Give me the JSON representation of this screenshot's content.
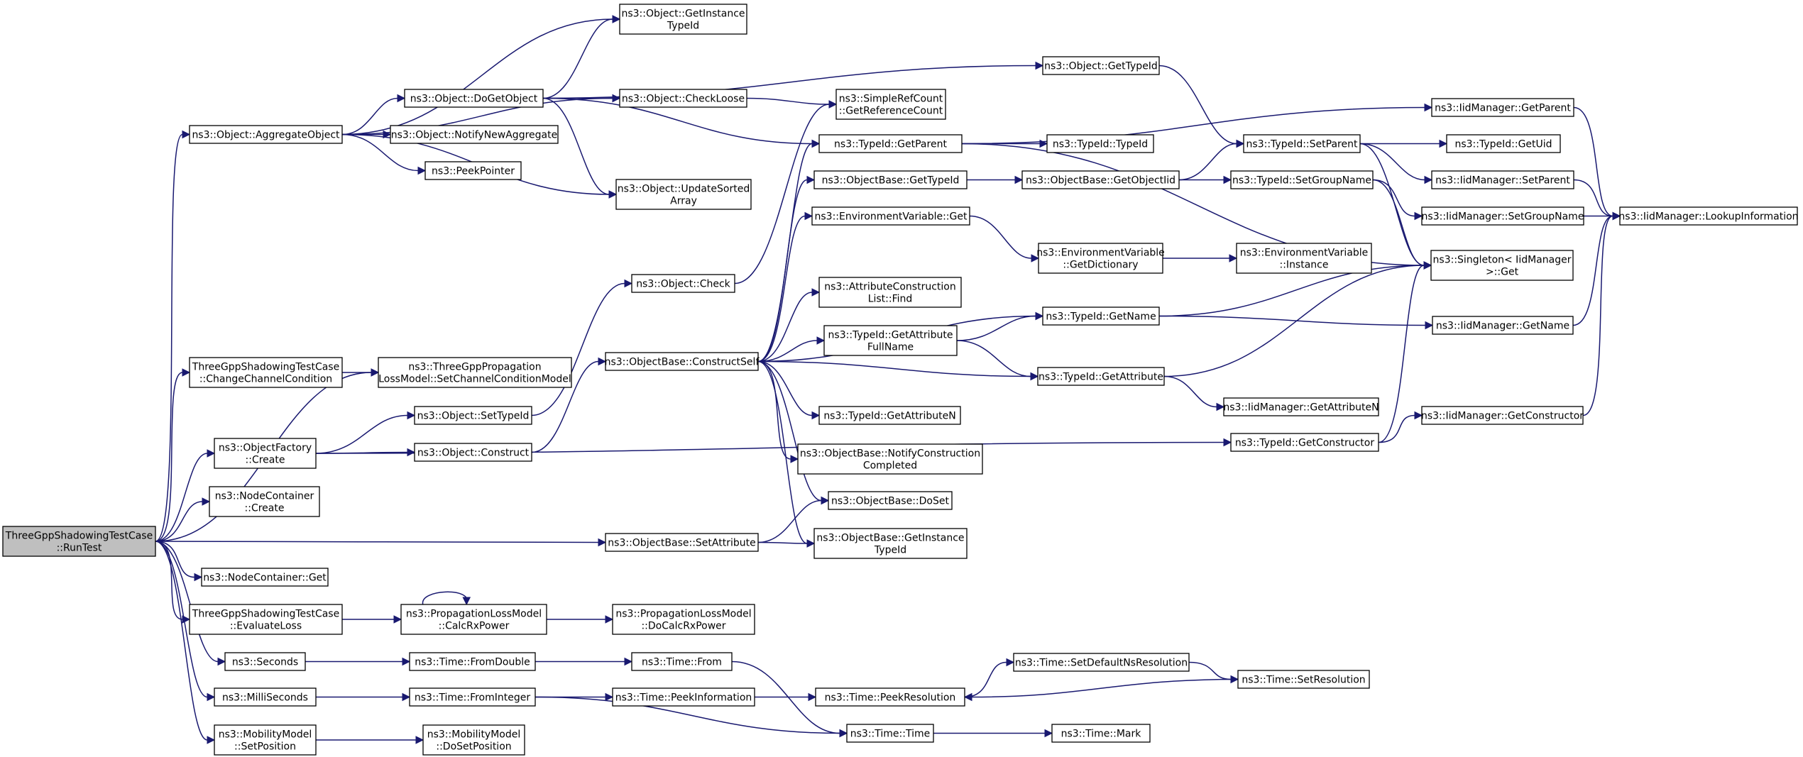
{
  "diagram": {
    "nodes": [
      {
        "id": "runtest",
        "lines": [
          "ThreeGppShadowingTestCase",
          "::RunTest"
        ],
        "root": true
      },
      {
        "id": "aggregate",
        "lines": [
          "ns3::Object::AggregateObject"
        ]
      },
      {
        "id": "changechan",
        "lines": [
          "ThreeGppShadowingTestCase",
          "::ChangeChannelCondition"
        ]
      },
      {
        "id": "setchanmodel",
        "lines": [
          "ns3::ThreeGppPropagation",
          "LossModel::SetChannelConditionModel"
        ]
      },
      {
        "id": "factorycreate",
        "lines": [
          "ns3::ObjectFactory",
          "::Create"
        ]
      },
      {
        "id": "nodecontcreate",
        "lines": [
          "ns3::NodeContainer",
          "::Create"
        ]
      },
      {
        "id": "setattribute",
        "lines": [
          "ns3::ObjectBase::SetAttribute"
        ]
      },
      {
        "id": "nodecontget",
        "lines": [
          "ns3::NodeContainer::Get"
        ]
      },
      {
        "id": "evalloss",
        "lines": [
          "ThreeGppShadowingTestCase",
          "::EvaluateLoss"
        ]
      },
      {
        "id": "seconds",
        "lines": [
          "ns3::Seconds"
        ]
      },
      {
        "id": "milliseconds",
        "lines": [
          "ns3::MilliSeconds"
        ]
      },
      {
        "id": "mobsetpos",
        "lines": [
          "ns3::MobilityModel",
          "::SetPosition"
        ]
      },
      {
        "id": "dogetobject",
        "lines": [
          "ns3::Object::DoGetObject"
        ]
      },
      {
        "id": "notifynewagg",
        "lines": [
          "ns3::Object::NotifyNewAggregate"
        ]
      },
      {
        "id": "peekpointer",
        "lines": [
          "ns3::PeekPointer"
        ]
      },
      {
        "id": "getinsttid",
        "lines": [
          "ns3::Object::GetInstance",
          "TypeId"
        ]
      },
      {
        "id": "checkloose",
        "lines": [
          "ns3::Object::CheckLoose"
        ]
      },
      {
        "id": "updatesorted",
        "lines": [
          "ns3::Object::UpdateSorted",
          "Array"
        ]
      },
      {
        "id": "settypeid",
        "lines": [
          "ns3::Object::SetTypeId"
        ]
      },
      {
        "id": "objconstruct",
        "lines": [
          "ns3::Object::Construct"
        ]
      },
      {
        "id": "objcheck",
        "lines": [
          "ns3::Object::Check"
        ]
      },
      {
        "id": "calcrx",
        "lines": [
          "ns3::PropagationLossModel",
          "::CalcRxPower"
        ]
      },
      {
        "id": "docalcrx",
        "lines": [
          "ns3::PropagationLossModel",
          "::DoCalcRxPower"
        ]
      },
      {
        "id": "fromdouble",
        "lines": [
          "ns3::Time::FromDouble"
        ]
      },
      {
        "id": "frominteger",
        "lines": [
          "ns3::Time::FromInteger"
        ]
      },
      {
        "id": "dosetpos",
        "lines": [
          "ns3::MobilityModel",
          "::DoSetPosition"
        ]
      },
      {
        "id": "constructself",
        "lines": [
          "ns3::ObjectBase::ConstructSelf"
        ]
      },
      {
        "id": "timefrom",
        "lines": [
          "ns3::Time::From"
        ]
      },
      {
        "id": "peekinfo",
        "lines": [
          "ns3::Time::PeekInformation"
        ]
      },
      {
        "id": "simplerefcount",
        "lines": [
          "ns3::SimpleRefCount",
          "::GetReferenceCount"
        ]
      },
      {
        "id": "tidgetparent",
        "lines": [
          "ns3::TypeId::GetParent"
        ]
      },
      {
        "id": "obgettid",
        "lines": [
          "ns3::ObjectBase::GetTypeId"
        ]
      },
      {
        "id": "envget",
        "lines": [
          "ns3::EnvironmentVariable::Get"
        ]
      },
      {
        "id": "attrfind",
        "lines": [
          "ns3::AttributeConstruction",
          "List::Find"
        ]
      },
      {
        "id": "getattrfull",
        "lines": [
          "ns3::TypeId::GetAttribute",
          "FullName"
        ]
      },
      {
        "id": "getattrn",
        "lines": [
          "ns3::TypeId::GetAttributeN"
        ]
      },
      {
        "id": "notifyconst",
        "lines": [
          "ns3::ObjectBase::NotifyConstruction",
          "Completed"
        ]
      },
      {
        "id": "doset",
        "lines": [
          "ns3::ObjectBase::DoSet"
        ]
      },
      {
        "id": "obgetinsttid",
        "lines": [
          "ns3::ObjectBase::GetInstance",
          "TypeId"
        ]
      },
      {
        "id": "peekres",
        "lines": [
          "ns3::Time::PeekResolution"
        ]
      },
      {
        "id": "timetime",
        "lines": [
          "ns3::Time::Time"
        ]
      },
      {
        "id": "objgettid",
        "lines": [
          "ns3::Object::GetTypeId"
        ]
      },
      {
        "id": "tidtypeid",
        "lines": [
          "ns3::TypeId::TypeId"
        ]
      },
      {
        "id": "getobjectiid",
        "lines": [
          "ns3::ObjectBase::GetObjectIid"
        ]
      },
      {
        "id": "envgetdict",
        "lines": [
          "ns3::EnvironmentVariable",
          "::GetDictionary"
        ]
      },
      {
        "id": "tidgetname",
        "lines": [
          "ns3::TypeId::GetName"
        ]
      },
      {
        "id": "tidgetattr",
        "lines": [
          "ns3::TypeId::GetAttribute"
        ]
      },
      {
        "id": "tidgetctor",
        "lines": [
          "ns3::TypeId::GetConstructor"
        ]
      },
      {
        "id": "setdefaultns",
        "lines": [
          "ns3::Time::SetDefaultNsResolution"
        ]
      },
      {
        "id": "timemark",
        "lines": [
          "ns3::Time::Mark"
        ]
      },
      {
        "id": "tidsetparent",
        "lines": [
          "ns3::TypeId::SetParent"
        ]
      },
      {
        "id": "tidsetgroup",
        "lines": [
          "ns3::TypeId::SetGroupName"
        ]
      },
      {
        "id": "envinstance",
        "lines": [
          "ns3::EnvironmentVariable",
          "::Instance"
        ]
      },
      {
        "id": "iidgetattrn",
        "lines": [
          "ns3::IidManager::GetAttributeN"
        ]
      },
      {
        "id": "setresolution",
        "lines": [
          "ns3::Time::SetResolution"
        ]
      },
      {
        "id": "iidgetparent",
        "lines": [
          "ns3::IidManager::GetParent"
        ]
      },
      {
        "id": "tidgetuid",
        "lines": [
          "ns3::TypeId::GetUid"
        ]
      },
      {
        "id": "iidsetparent",
        "lines": [
          "ns3::IidManager::SetParent"
        ]
      },
      {
        "id": "iidsetgroup",
        "lines": [
          "ns3::IidManager::SetGroupName"
        ]
      },
      {
        "id": "singletonget",
        "lines": [
          "ns3::Singleton< IidManager",
          " >::Get"
        ]
      },
      {
        "id": "iidgetname",
        "lines": [
          "ns3::IidManager::GetName"
        ]
      },
      {
        "id": "iidgetctor",
        "lines": [
          "ns3::IidManager::GetConstructor"
        ]
      },
      {
        "id": "lookupinfo",
        "lines": [
          "ns3::IidManager::LookupInformation"
        ]
      }
    ],
    "edges": [
      [
        "runtest",
        "aggregate"
      ],
      [
        "runtest",
        "changechan"
      ],
      [
        "runtest",
        "setchanmodel"
      ],
      [
        "runtest",
        "factorycreate"
      ],
      [
        "runtest",
        "nodecontcreate"
      ],
      [
        "runtest",
        "setattribute"
      ],
      [
        "runtest",
        "nodecontget"
      ],
      [
        "runtest",
        "evalloss"
      ],
      [
        "runtest",
        "seconds"
      ],
      [
        "runtest",
        "milliseconds"
      ],
      [
        "runtest",
        "mobsetpos"
      ],
      [
        "aggregate",
        "dogetobject"
      ],
      [
        "aggregate",
        "notifynewagg"
      ],
      [
        "aggregate",
        "peekpointer"
      ],
      [
        "aggregate",
        "getinsttid"
      ],
      [
        "aggregate",
        "checkloose"
      ],
      [
        "aggregate",
        "updatesorted"
      ],
      [
        "changechan",
        "setchanmodel"
      ],
      [
        "factorycreate",
        "settypeid"
      ],
      [
        "factorycreate",
        "objconstruct"
      ],
      [
        "factorycreate",
        "tidgetctor"
      ],
      [
        "setattribute",
        "doset"
      ],
      [
        "setattribute",
        "obgetinsttid"
      ],
      [
        "evalloss",
        "calcrx"
      ],
      [
        "calcrx",
        "calcrx"
      ],
      [
        "calcrx",
        "docalcrx"
      ],
      [
        "seconds",
        "fromdouble"
      ],
      [
        "fromdouble",
        "timefrom"
      ],
      [
        "timefrom",
        "timetime"
      ],
      [
        "milliseconds",
        "frominteger"
      ],
      [
        "frominteger",
        "peekinfo"
      ],
      [
        "frominteger",
        "timetime"
      ],
      [
        "peekinfo",
        "peekres"
      ],
      [
        "peekres",
        "setdefaultns"
      ],
      [
        "setdefaultns",
        "setresolution"
      ],
      [
        "setresolution",
        "peekres"
      ],
      [
        "timetime",
        "timemark"
      ],
      [
        "mobsetpos",
        "dosetpos"
      ],
      [
        "dogetobject",
        "getinsttid"
      ],
      [
        "dogetobject",
        "checkloose"
      ],
      [
        "dogetobject",
        "updatesorted"
      ],
      [
        "dogetobject",
        "objgettid"
      ],
      [
        "dogetobject",
        "tidgetparent"
      ],
      [
        "checkloose",
        "simplerefcount"
      ],
      [
        "settypeid",
        "objcheck"
      ],
      [
        "objcheck",
        "simplerefcount"
      ],
      [
        "objconstruct",
        "constructself"
      ],
      [
        "constructself",
        "tidgetparent"
      ],
      [
        "constructself",
        "obgettid"
      ],
      [
        "constructself",
        "envget"
      ],
      [
        "constructself",
        "tidgetname"
      ],
      [
        "constructself",
        "attrfind"
      ],
      [
        "constructself",
        "getattrfull"
      ],
      [
        "constructself",
        "tidgetattr"
      ],
      [
        "constructself",
        "getattrn"
      ],
      [
        "constructself",
        "notifyconst"
      ],
      [
        "constructself",
        "doset"
      ],
      [
        "constructself",
        "obgetinsttid"
      ],
      [
        "objgettid",
        "tidsetparent"
      ],
      [
        "tidgetparent",
        "iidgetparent"
      ],
      [
        "tidgetparent",
        "tidtypeid"
      ],
      [
        "tidgetparent",
        "singletonget"
      ],
      [
        "obgettid",
        "getobjectiid"
      ],
      [
        "getobjectiid",
        "tidsetparent"
      ],
      [
        "getobjectiid",
        "tidsetgroup"
      ],
      [
        "envget",
        "envgetdict"
      ],
      [
        "envgetdict",
        "envinstance"
      ],
      [
        "getattrfull",
        "tidgetname"
      ],
      [
        "getattrfull",
        "tidgetattr"
      ],
      [
        "tidgetname",
        "singletonget"
      ],
      [
        "tidgetname",
        "iidgetname"
      ],
      [
        "tidgetattr",
        "singletonget"
      ],
      [
        "tidgetattr",
        "iidgetattrn"
      ],
      [
        "tidgetctor",
        "singletonget"
      ],
      [
        "tidgetctor",
        "iidgetctor"
      ],
      [
        "tidsetparent",
        "tidgetuid"
      ],
      [
        "tidsetparent",
        "iidsetparent"
      ],
      [
        "tidsetparent",
        "singletonget"
      ],
      [
        "tidsetgroup",
        "iidsetgroup"
      ],
      [
        "tidsetgroup",
        "singletonget"
      ],
      [
        "iidgetparent",
        "lookupinfo"
      ],
      [
        "iidsetparent",
        "lookupinfo"
      ],
      [
        "iidsetgroup",
        "lookupinfo"
      ],
      [
        "iidgetname",
        "lookupinfo"
      ],
      [
        "iidgetctor",
        "lookupinfo"
      ]
    ]
  }
}
